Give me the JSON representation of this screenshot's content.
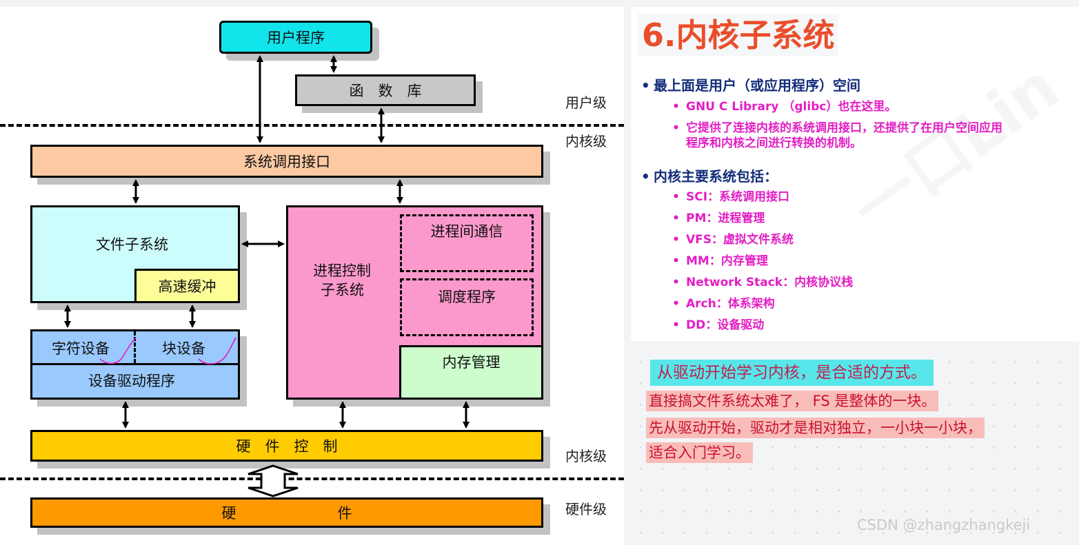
{
  "diagram": {
    "user_program": "用户程序",
    "func_lib": "函　数　库",
    "syscall_if": "系统调用接口",
    "fs_subsystem": "文件子系统",
    "cache": "高速缓冲",
    "char_dev": "字符设备",
    "block_dev": "块设备",
    "dev_driver": "设备驱动程序",
    "proc_ctrl_line1": "进程控制",
    "proc_ctrl_line2": "子系统",
    "ipc": "进程间通信",
    "scheduler": "调度程序",
    "mem_mgmt": "内存管理",
    "hw_ctrl": "硬　件　控　制",
    "hardware": "硬　　　　　　　件",
    "level_user": "用户级",
    "level_kernel_top": "内核级",
    "level_kernel_bottom": "内核级",
    "level_hw": "硬件级"
  },
  "notes": {
    "title": "6.内核子系统",
    "bullet1": "最上面是用户（或应用程序）空间",
    "bullet1_sub1": "GNU C Library （glibc）也在这里。",
    "bullet1_sub2_line1": "它提供了连接内核的系统调用接口，还提供了在用户空间应用",
    "bullet1_sub2_line2": "程序和内核之间进行转换的机制。",
    "bullet2": "内核主要系统包括：",
    "subsystems": [
      "SCI：系统调用接口",
      "PM：进程管理",
      "VFS：虚拟文件系统",
      "MM：内存管理",
      "Network Stack：内核协议栈",
      "Arch：体系架构",
      "DD：设备驱动"
    ],
    "bullet_glyph": "•",
    "highlight1": "从驱动开始学习内核，是合适的方式。",
    "highlight2_line1": "直接搞文件系统太难了， FS 是整体的一块。",
    "highlight2_line2": "先从驱动开始，驱动才是相对独立，一小块一小块，",
    "highlight2_line3": "适合入门学习。",
    "watermark": "一口Lin",
    "footer": "CSDN @zhangzhangkeji"
  },
  "colors": {
    "title": "#ea4e2b",
    "bullet_main": "#132d7a",
    "bullet_sub": "#e21ec4",
    "user_program": "#12e4ec",
    "func_lib": "#c8c8c8",
    "syscall_if": "#fcc9a2",
    "fs_subsystem": "#cdfcfd",
    "cache": "#fefe99",
    "device": "#99c9fd",
    "proc_ctrl": "#fc99cc",
    "mem_mgmt": "#cdfccd",
    "hw_ctrl": "#fecc00",
    "hardware": "#fe9900"
  }
}
